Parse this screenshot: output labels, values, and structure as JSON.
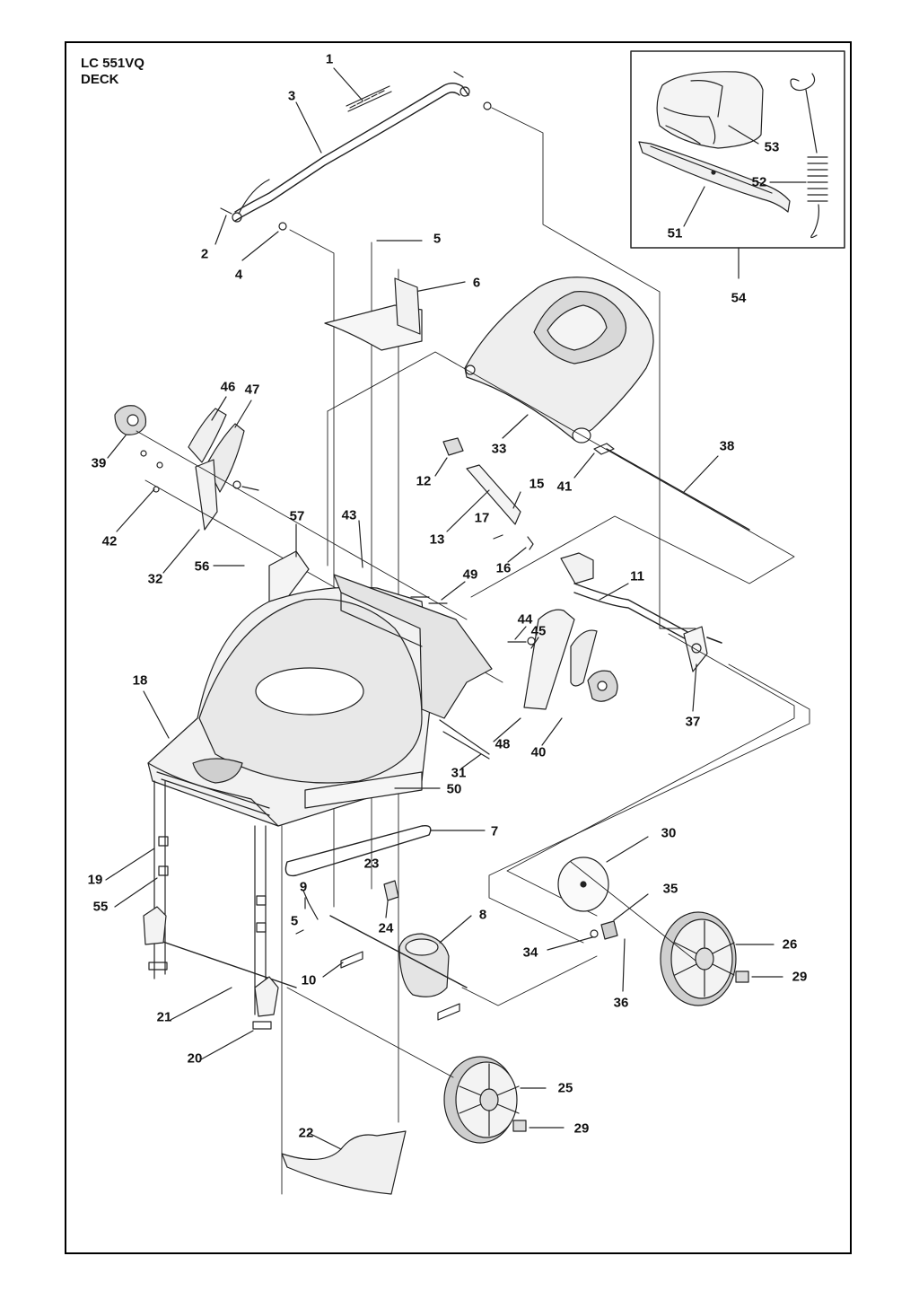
{
  "title": {
    "model": "LC 551VQ",
    "section": "DECK"
  },
  "callouts": {
    "c1": "1",
    "c2": "2",
    "c3": "3",
    "c4": "4",
    "c5a": "5",
    "c5b": "5",
    "c6": "6",
    "c7": "7",
    "c8": "8",
    "c9": "9",
    "c10": "10",
    "c11": "11",
    "c12": "12",
    "c13": "13",
    "c15": "15",
    "c16": "16",
    "c17": "17",
    "c18": "18",
    "c19": "19",
    "c20": "20",
    "c21": "21",
    "c22": "22",
    "c23": "23",
    "c24": "24",
    "c25": "25",
    "c26": "26",
    "c29a": "29",
    "c29b": "29",
    "c30": "30",
    "c31": "31",
    "c32": "32",
    "c33": "33",
    "c34": "34",
    "c35": "35",
    "c36": "36",
    "c37": "37",
    "c38": "38",
    "c39": "39",
    "c40": "40",
    "c41": "41",
    "c42": "42",
    "c43": "43",
    "c44": "44",
    "c45": "45",
    "c46": "46",
    "c47": "47",
    "c48": "48",
    "c49": "49",
    "c50": "50",
    "c51": "51",
    "c52": "52",
    "c53": "53",
    "c54": "54",
    "c55": "55",
    "c56": "56",
    "c57": "57"
  }
}
